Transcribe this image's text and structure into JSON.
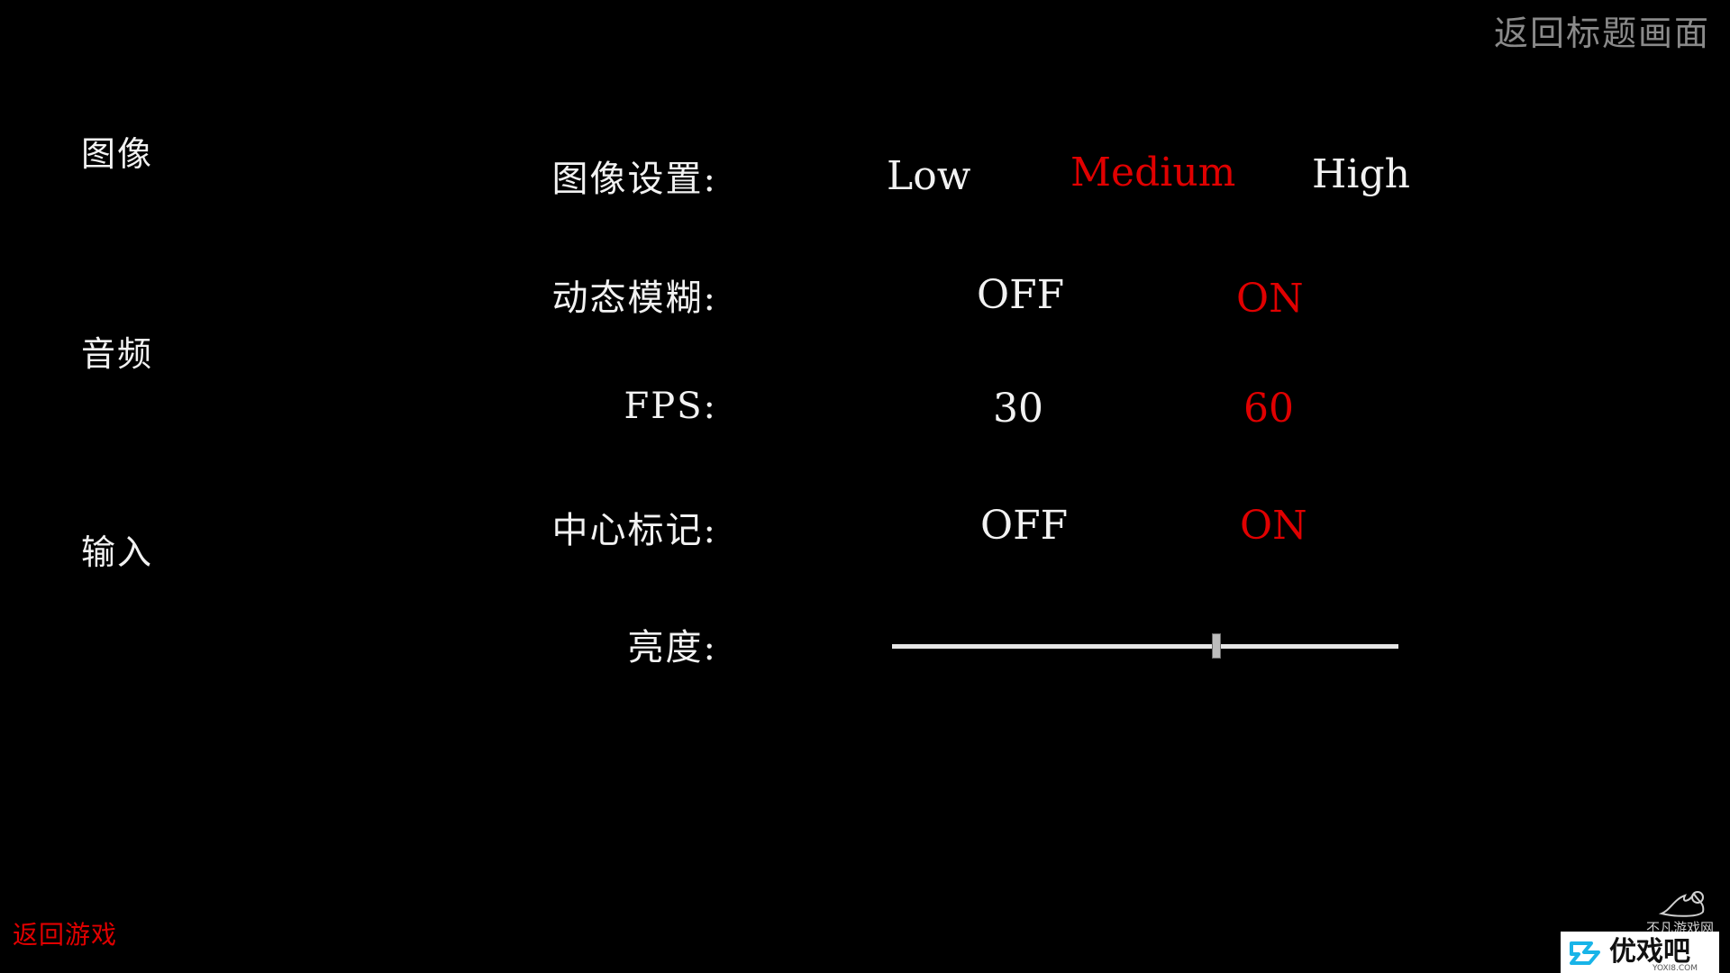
{
  "header": {
    "back_to_title": "返回标题画面"
  },
  "sidebar": {
    "items": [
      {
        "label": "图像"
      },
      {
        "label": "音频"
      },
      {
        "label": "输入"
      }
    ]
  },
  "settings": {
    "graphics_quality": {
      "label": "图像设置:",
      "options": [
        "Low",
        "Medium",
        "High"
      ],
      "selected": "Medium"
    },
    "motion_blur": {
      "label": "动态模糊:",
      "options": [
        "OFF",
        "ON"
      ],
      "selected": "ON"
    },
    "fps": {
      "label": "FPS:",
      "options": [
        "30",
        "60"
      ],
      "selected": "60"
    },
    "crosshair": {
      "label": "中心标记:",
      "options": [
        "OFF",
        "ON"
      ],
      "selected": "ON"
    },
    "brightness": {
      "label": "亮度:",
      "value_fraction": 0.64
    }
  },
  "footer": {
    "return_to_game": "返回游戏"
  },
  "watermark": {
    "top_text": "不凡游戏网",
    "brand": "优戏吧",
    "sub": "YOXI8.COM"
  },
  "colors": {
    "background": "#000000",
    "text": "#f2f2f2",
    "selected": "#e00000",
    "muted": "#8a8a8a"
  }
}
